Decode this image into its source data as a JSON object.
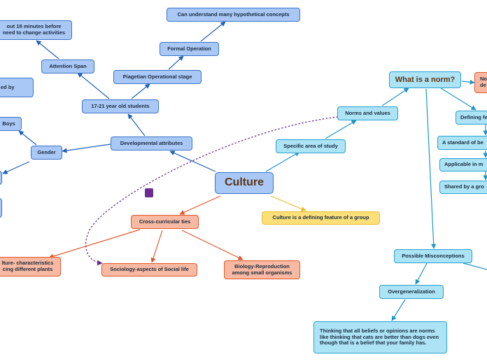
{
  "diagram": {
    "central": "Culture",
    "developmental": {
      "label": "Developmental attributes",
      "age": "17-21 year old students",
      "piaget": "Piagetian Operational stage",
      "formal": "Formal Operation",
      "hypothetical": "Can understand many hypothetical concepts",
      "attention": "Attention Span",
      "minutes_line1": "out 18 minutes before",
      "minutes_line2": "need to change activities",
      "partial_left": "ed by",
      "gender": "Gender",
      "boys": "Boys"
    },
    "cross_curricular": {
      "label": "Cross-curricular ties",
      "agriculture_line1": "lture- characteristics",
      "agriculture_line2": "cing different plants",
      "sociology": "Sociology-aspects of Social life",
      "biology_line1": "Biology-Reproduction",
      "biology_line2": "among small organisms"
    },
    "defining_feature": "Culture is a defining feature of a group",
    "specific_area": "Specific area of study",
    "norms_values": "Norms and values",
    "norm": {
      "question": "What is a norm?",
      "side_line1": "No",
      "side_line2": "de",
      "defining": "Defining fe",
      "standard": "A standard of be",
      "applicable": "Applicable in m",
      "shared": "Shared by a gro"
    },
    "misconceptions": {
      "label": "Possible Misconceptions",
      "overgeneralization": "Overgeneralization",
      "example": "Thinking that all beliefs or opinions are norms like thinking that cats are better than dogs even though that is a belief that your family has."
    }
  },
  "colors": {
    "blue": "#3b74c9",
    "cyan": "#2aa0cf",
    "salmon": "#e0562c",
    "yellow": "#ecbb2c",
    "purple": "#6a2c8f"
  }
}
